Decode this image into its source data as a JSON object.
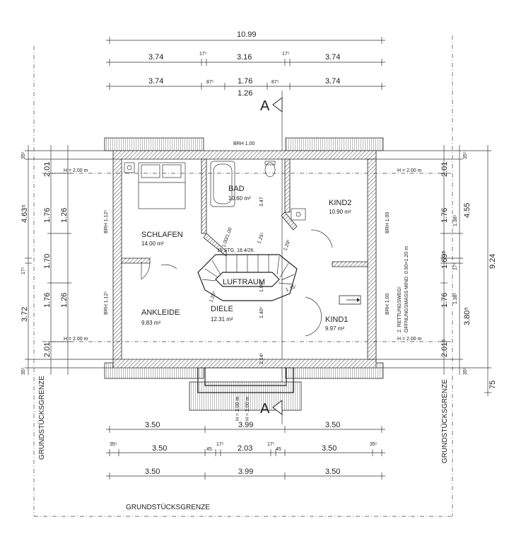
{
  "plan": {
    "top_dims": {
      "overall": "10.99",
      "row1": [
        "3.74",
        "17⁵",
        "3.16",
        "17⁵",
        "3.74"
      ],
      "row2": [
        "3.74",
        "87⁵",
        "1.76",
        "87⁵",
        "3.74"
      ],
      "row2_sub": "1.26"
    },
    "bottom_dims": {
      "row1": [
        "3.50",
        "3.99",
        "3.50"
      ],
      "row2": [
        "35⁵",
        "3.50",
        "45",
        "17⁵",
        "2.03",
        "17⁵",
        "45",
        "3.50",
        "35⁵"
      ],
      "row3": [
        "3.50",
        "3.99",
        "3.50"
      ]
    },
    "left_dims": {
      "outer": [
        "35⁵",
        "4.63⁵",
        "17⁵",
        "3.72",
        "35⁵"
      ],
      "inner": [
        "2.01",
        "1.76",
        "1.70",
        "1.76",
        "2.01"
      ],
      "inner2": [
        "1.26",
        "1.26"
      ]
    },
    "right_dims": {
      "outer": [
        "35⁵",
        "4.55",
        "9.24",
        "3.80⁵",
        "35⁵",
        "75"
      ],
      "inner": [
        "2.01",
        "1.76",
        "1.69⁵",
        "1.76",
        "2.01⁵"
      ],
      "inner2": [
        "1.38⁵",
        "17⁵",
        "1.38⁵"
      ]
    },
    "section_marker": "A",
    "boundary_label": "GRUNDSTÜCKSGRENZE",
    "h_labels": [
      "H = 2.00 m",
      "H = 2.00 m",
      "H = 2.00 m",
      "H = 2.00 m"
    ],
    "brh_labels": {
      "top": "BRH 1.00",
      "left_upper": "BRH 1.12⁵",
      "left_lower": "BRH 1.12⁵",
      "right_upper": "BRH 1.00",
      "right_lower": "BRH 1.00"
    },
    "escape_note": [
      "2. RETTUNGSWEG!",
      "ÖFFNUNGSMASS MIND. 0.90×1.20 m"
    ],
    "rooms": [
      {
        "name": "SCHLAFEN",
        "area": "14.00 m²"
      },
      {
        "name": "BAD",
        "area": "10.60 m²"
      },
      {
        "name": "KIND2",
        "area": "10.90 m²"
      },
      {
        "name": "ANKLEIDE",
        "area": "9.83 m²"
      },
      {
        "name": "DIELE",
        "area": "12.31 m²"
      },
      {
        "name": "KIND1",
        "area": "9.97 m²"
      },
      {
        "name": "LUFTRAUM",
        "area": ""
      }
    ],
    "stair_label": "16 STG. 18.4/26.",
    "misc_dims": [
      "1.00/1.00",
      "3.47",
      "1.25⁵",
      "1.25⁵",
      "1.09⁵",
      "1.15⁷",
      "1.40⁵",
      "1.29⁵",
      "2.14⁵"
    ],
    "bottom_h_labels": [
      "H = 2.00 m",
      "H = 2.00 m"
    ]
  }
}
